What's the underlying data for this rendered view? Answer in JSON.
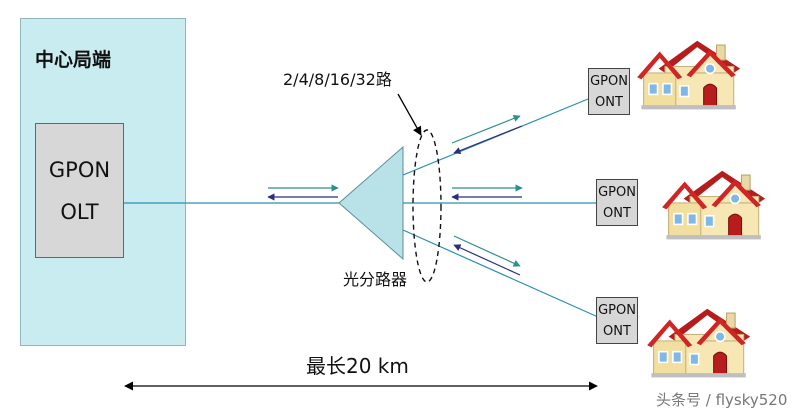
{
  "central_office": {
    "title": "中心局端"
  },
  "olt": {
    "line1": "GPON",
    "line2": "OLT"
  },
  "ports_label": "2/4/8/16/32路",
  "splitter_label": "光分路器",
  "distance_label": "最长20 km",
  "onts": [
    {
      "line1": "GPON",
      "line2": "ONT"
    },
    {
      "line1": "GPON",
      "line2": "ONT"
    },
    {
      "line1": "GPON",
      "line2": "ONT"
    }
  ],
  "watermark": "头条号 / flysky520",
  "colors": {
    "central_office_fill": "#c9ecf1",
    "fiber": "#2a8fb3",
    "splitter_fill": "#b8e1e8",
    "equipment_fill": "#d7d7d7",
    "arrow_downstream": "#2a8f8f",
    "arrow_upstream": "#2b2e7a",
    "roof": "#c92121",
    "house_wall": "#f6e7b4"
  }
}
